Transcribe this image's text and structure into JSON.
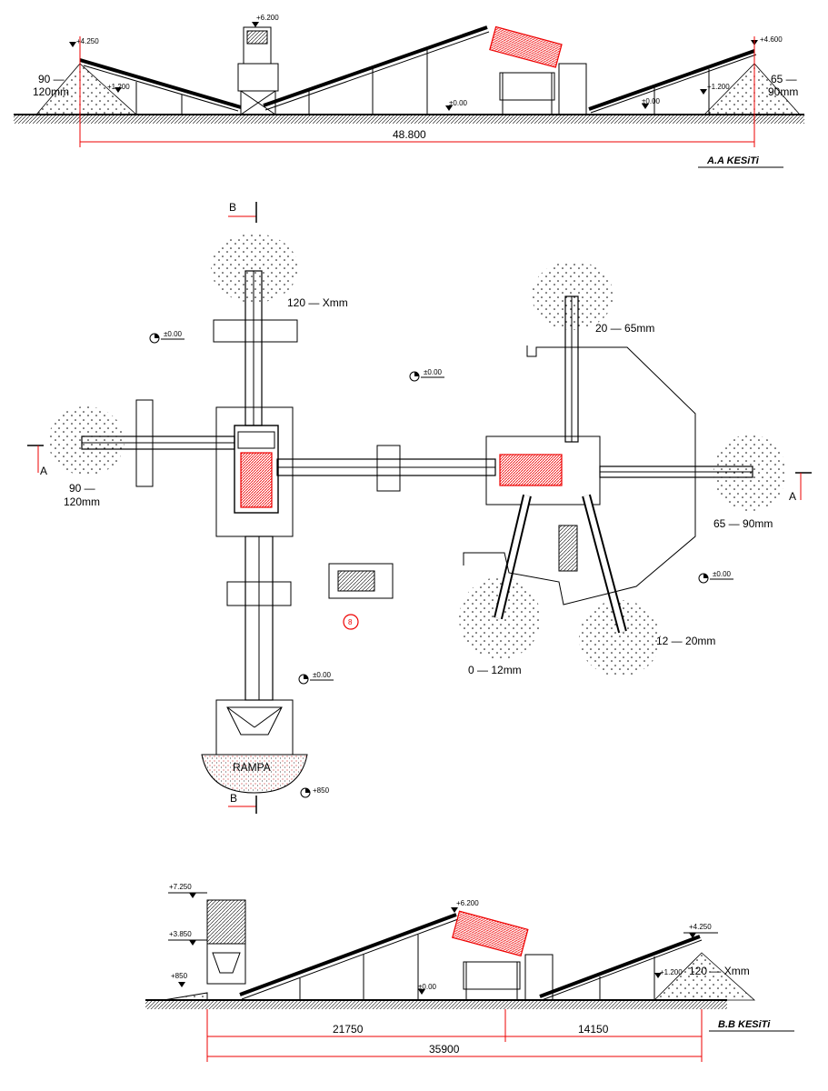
{
  "section_aa": {
    "title": "A.A KESiTi",
    "elevations": [
      "+4.250",
      "+6.200",
      "+4.600",
      "+1.200",
      "±0.00",
      "±0.00",
      "+1.200"
    ],
    "labels": [
      "90 —",
      "120mm",
      "65 —",
      "90mm"
    ],
    "dimension": "48.800"
  },
  "plan": {
    "section_markers": [
      "B",
      "B",
      "A",
      "A"
    ],
    "product_labels": [
      "120 — Xmm",
      "20 — 65mm",
      "90 —",
      "120mm",
      "65 — 90mm",
      "12 — 20mm",
      "0 — 12mm"
    ],
    "zero_elevation": "±0.00",
    "ramp_label": "RAMPA",
    "ramp_elevation": "+850",
    "item_number": "8"
  },
  "section_bb": {
    "title": "B.B KESiTi",
    "elevations": [
      "+7.250",
      "+3.850",
      "+850",
      "+6.200",
      "+4.250",
      "±0.00",
      "+1.200"
    ],
    "label": "120 — Xmm",
    "dimensions": [
      "21750",
      "14150",
      "35900"
    ]
  },
  "colors": {
    "line": "#000000",
    "highlight": "#e00000"
  }
}
